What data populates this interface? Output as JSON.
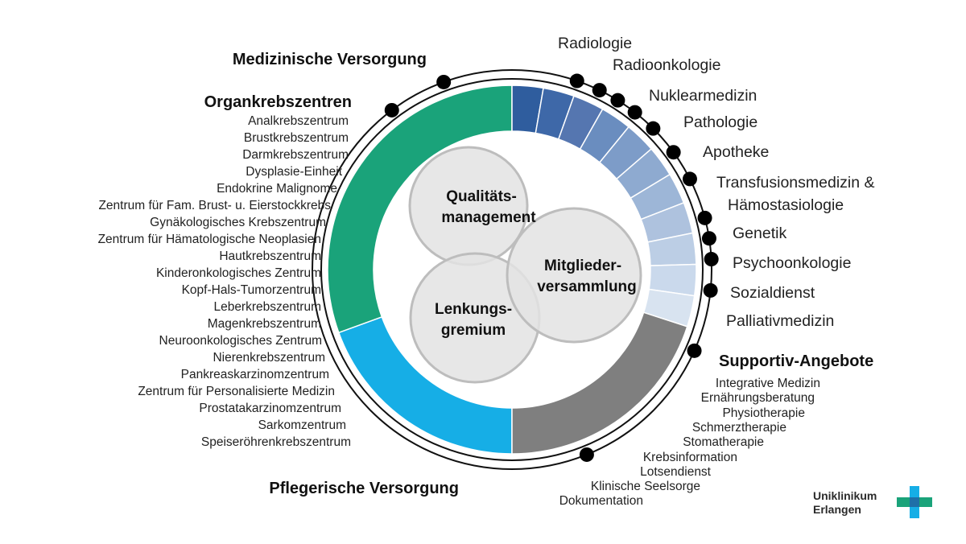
{
  "headings": {
    "medizinisch": "Medizinische Versorgung",
    "organ": "Organkrebszentren",
    "pflege": "Pflegerische Versorgung",
    "supportiv": "Supportiv-Angebote"
  },
  "organ_items": [
    "Analkrebszentrum",
    "Brustkrebszentrum",
    "Darmkrebszentrum",
    "Dysplasie-Einheit",
    "Endokrine Malignome",
    "Zentrum für Fam. Brust- u. Eierstockkrebs",
    "Gynäkologisches Krebszentrum",
    "Zentrum für Hämatologische Neoplasien",
    "Hautkrebszentrum",
    "Kinderonkologisches Zentrum",
    "Kopf-Hals-Tumorzentrum",
    "Leberkrebszentrum",
    "Magenkrebszentrum",
    "Neuroonkologisches Zentrum",
    "Nierenkrebszentrum",
    "Pankreaskarzinomzentrum",
    "Zentrum für Personalisierte Medizin",
    "Prostatakarzinomzentrum",
    "Sarkomzentrum",
    "Speiseröhrenkrebszentrum"
  ],
  "disciplines": [
    "Radiologie",
    "Radioonkologie",
    "Nuklearmedizin",
    "Pathologie",
    "Apotheke",
    "Transfusionsmedizin &",
    "Hämostasiologie",
    "Genetik",
    "Psychoonkologie",
    "Sozialdienst",
    "Palliativmedizin"
  ],
  "support_items": [
    "Integrative Medizin",
    "Ernährungsberatung",
    "Physiotherapie",
    "Schmerztherapie",
    "Stomatherapie",
    "Krebsinformation",
    "Lotsendienst",
    "Klinische Seelsorge",
    "Dokumentation"
  ],
  "center": {
    "qm_line1": "Qualitäts-",
    "qm_line2": "management",
    "mv_line1": "Mitglieder-",
    "mv_line2": "versammlung",
    "lg_line1": "Lenkungs-",
    "lg_line2": "gremium"
  },
  "logo": {
    "line1": "Uniklinikum",
    "line2": "Erlangen"
  },
  "colors": {
    "organ": "#1aa37a",
    "pflege": "#16aee6",
    "supportiv": "#7f7f7f",
    "disciplines": [
      "#2f5d9e",
      "#3e68a8",
      "#5576b0",
      "#6a8dbf",
      "#7d9cc8",
      "#8eaad0",
      "#9db6d7",
      "#aec2de",
      "#bccee5",
      "#cad9ec",
      "#d8e3f0"
    ],
    "circle_fill": "#e3e3e3",
    "circle_stroke": "#bdbdbd",
    "logo_green": "#1aa37a",
    "logo_blue": "#16aee6"
  }
}
